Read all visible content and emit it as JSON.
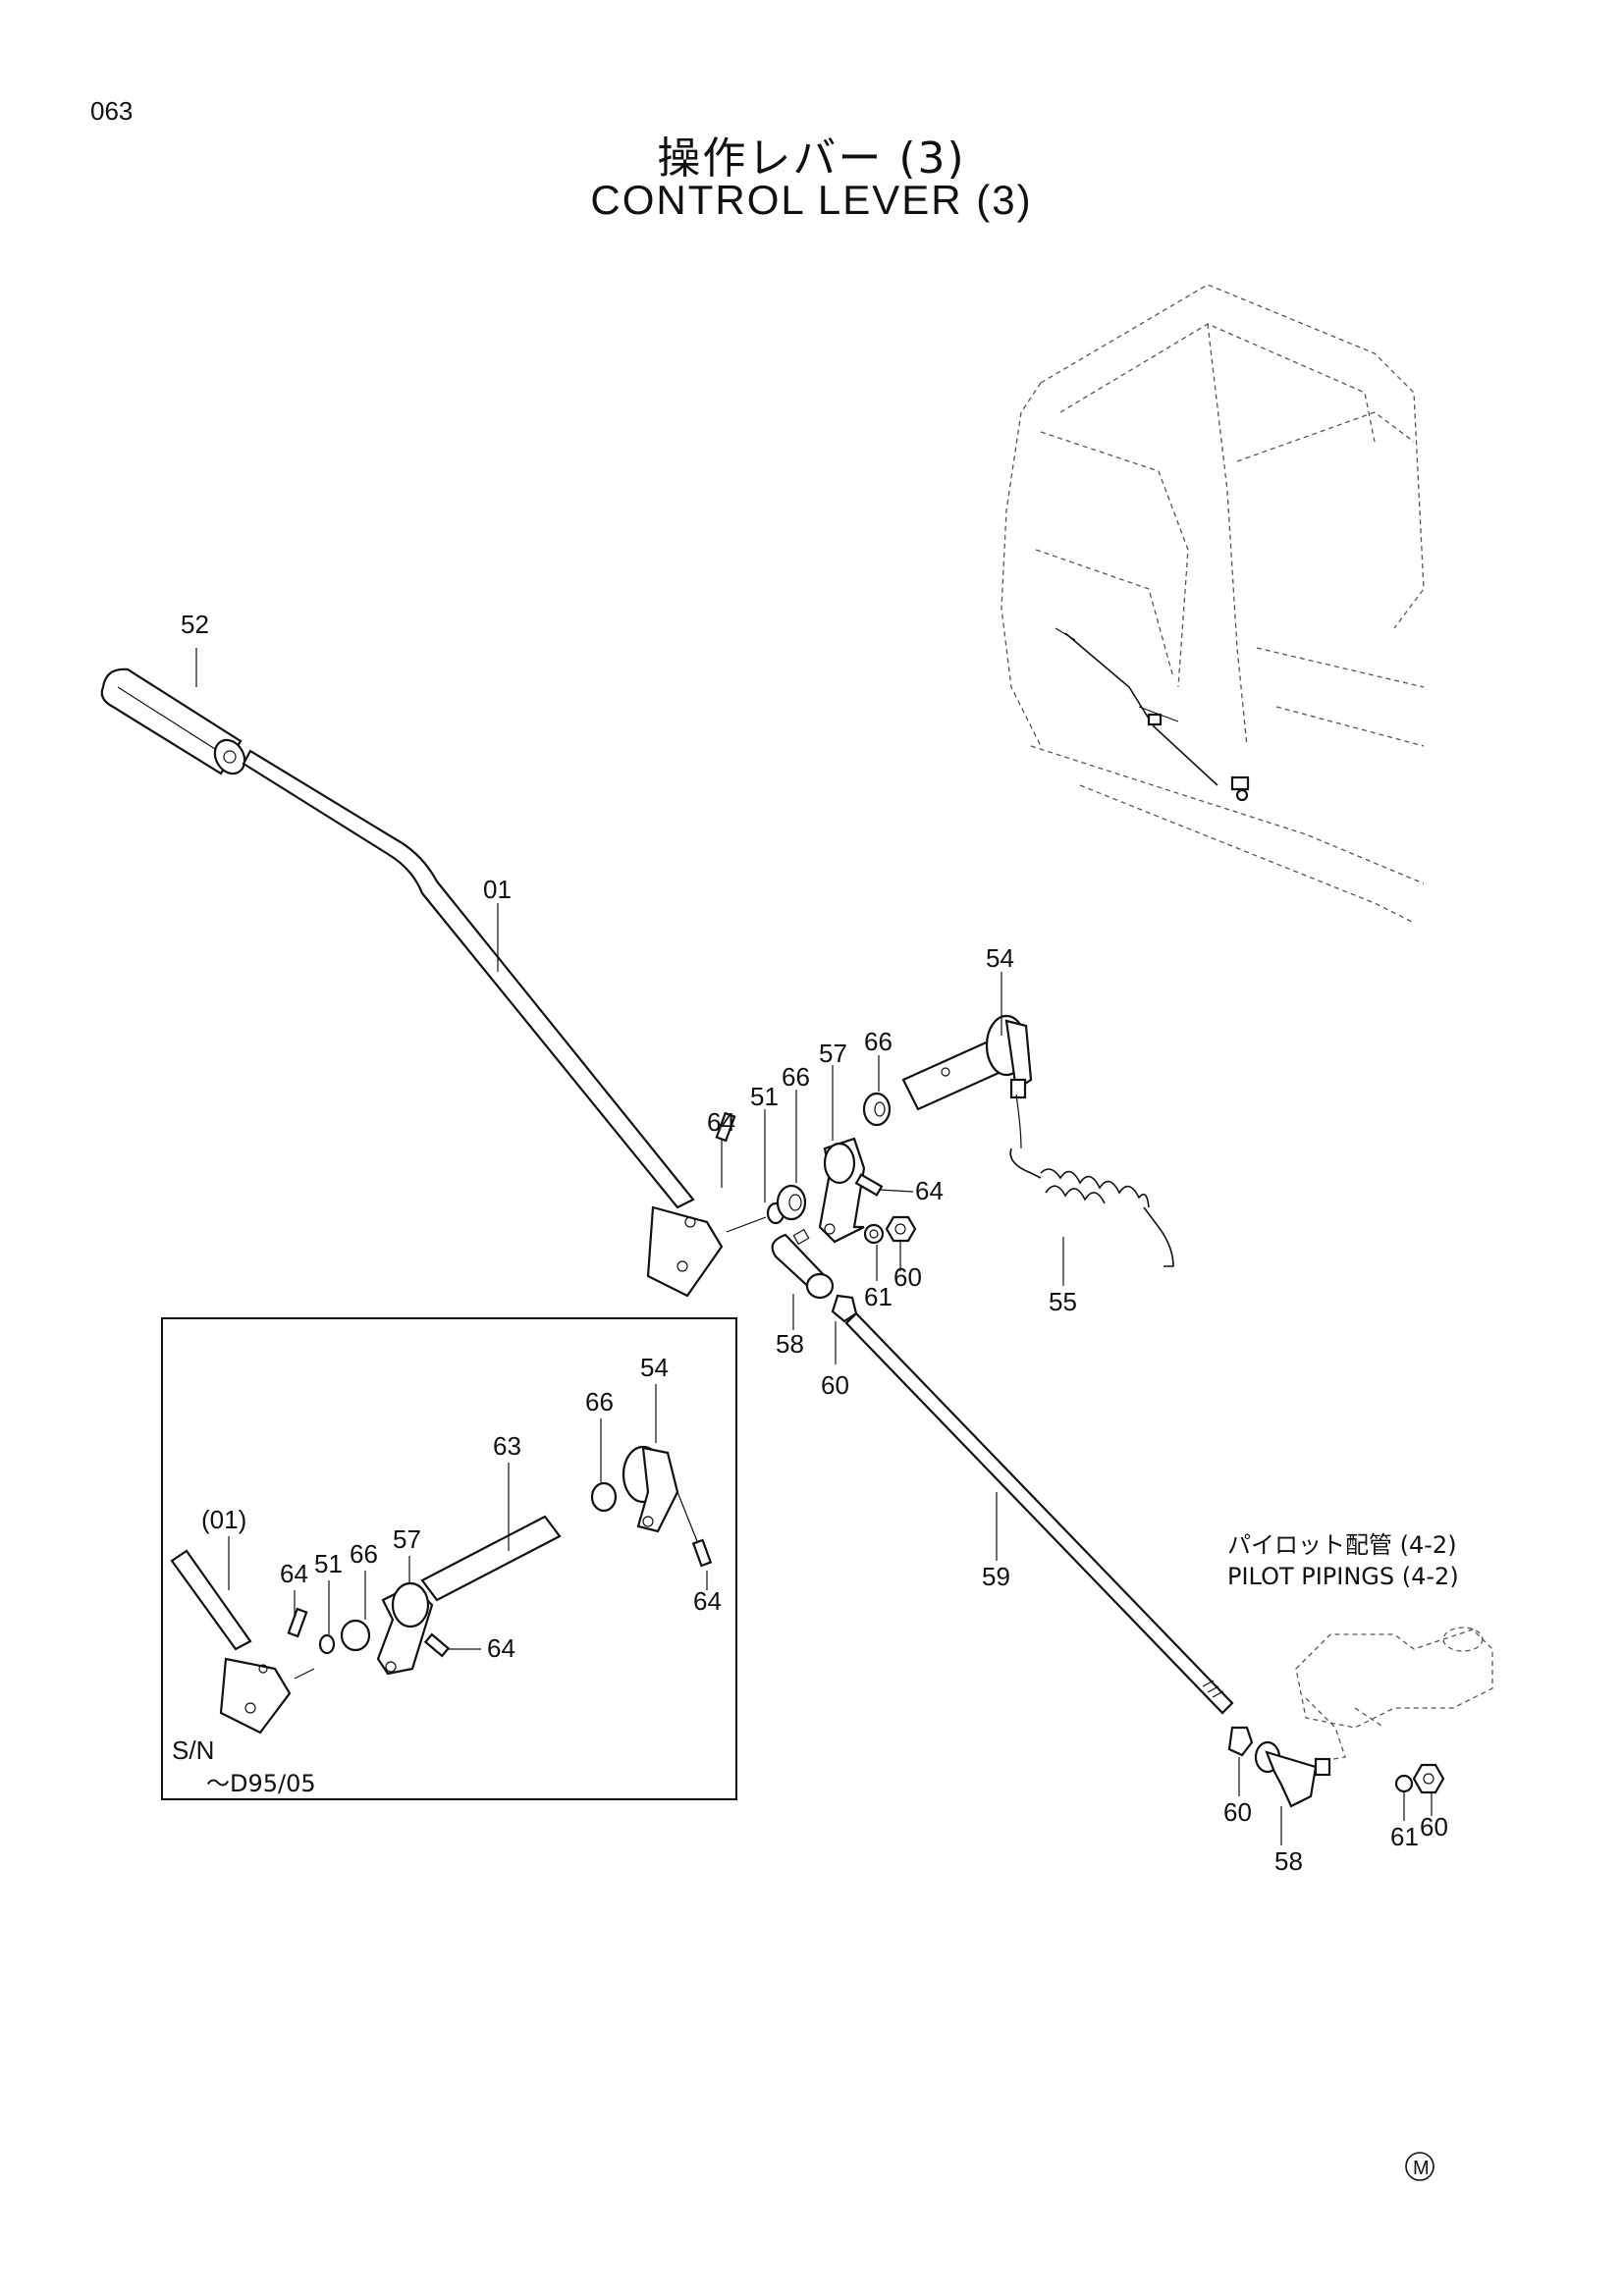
{
  "page_number": "063",
  "title_jp": "操作レバー (3)",
  "title_en": "CONTROL LEVER (3)",
  "callouts": {
    "p52": "52",
    "p01": "01",
    "p54": "54",
    "p66a": "66",
    "p57": "57",
    "p66b": "66",
    "p51": "51",
    "p64a": "64",
    "p64b": "64",
    "p58": "58",
    "p61": "61",
    "p60a": "60",
    "p55": "55",
    "p60b": "60",
    "p59": "59",
    "p60c": "60",
    "p58b": "58",
    "p61b": "61",
    "p60d": "60"
  },
  "inset": {
    "p54": "54",
    "p66": "66",
    "p63": "63",
    "p01": "(01)",
    "p57": "57",
    "p66b": "66",
    "p51": "51",
    "p64a": "64",
    "p64b": "64",
    "p64c": "64",
    "sn_label": "S/N",
    "sn_range": "～D95/05"
  },
  "reference_note": {
    "jp": "パイロット配管 (4-2)",
    "en": "PILOT PIPINGS (4-2)"
  },
  "corner_mark": "M"
}
